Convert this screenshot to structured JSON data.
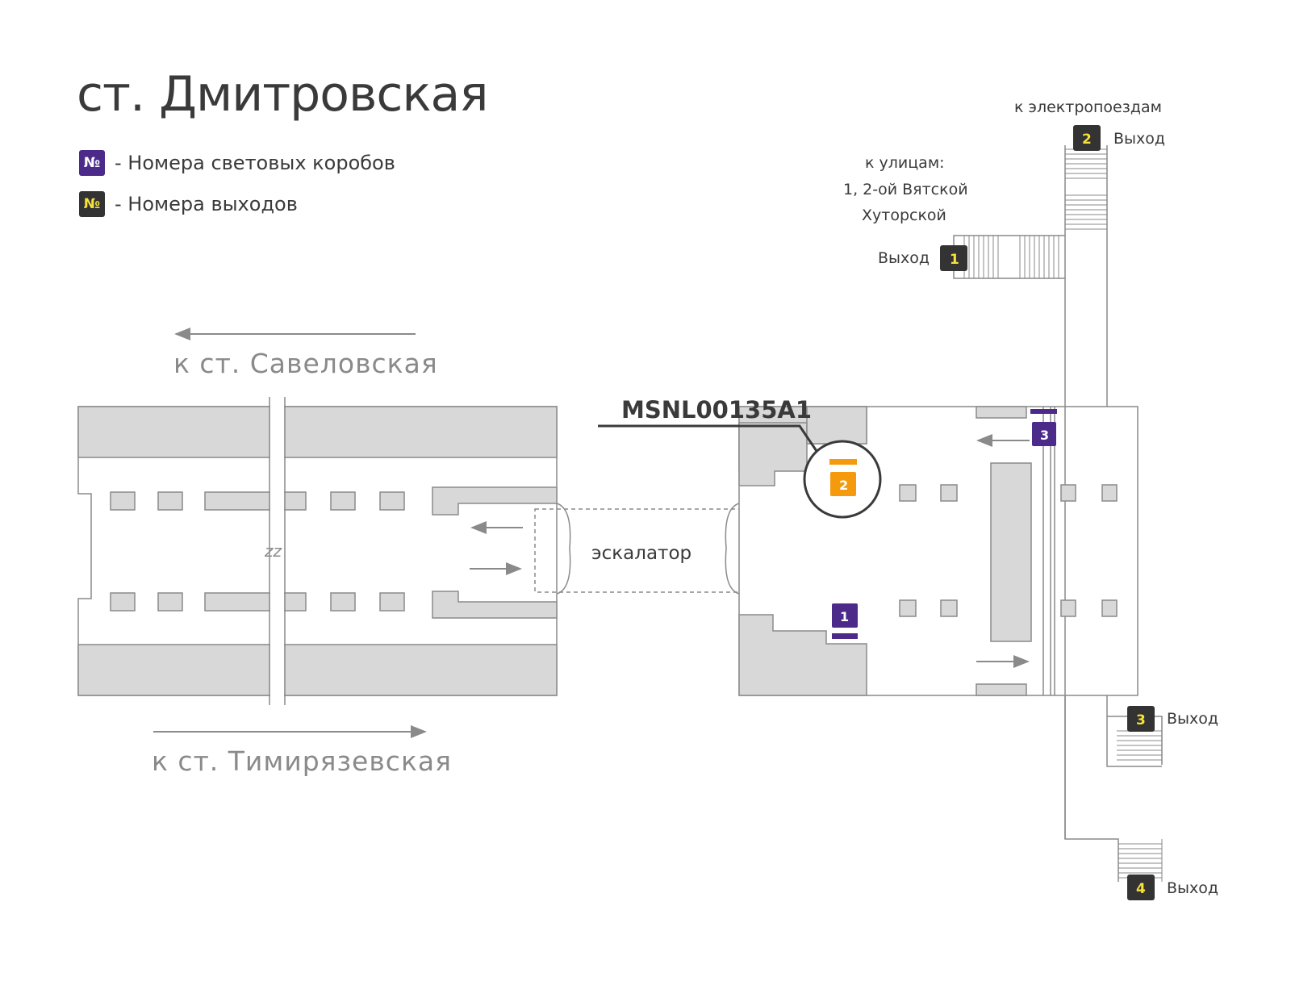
{
  "title": "ст. Дмитровская",
  "legend": {
    "symbol": "№",
    "lightbox_label": "- Номера световых коробов",
    "exit_label": "- Номера выходов"
  },
  "directions": {
    "to_savelovskaya": "к ст. Савеловская",
    "to_timiryazevskaya": "к ст. Тимирязевская",
    "to_trains": "к электропоездам",
    "to_streets_line1": "к улицам:",
    "to_streets_line2": "1, 2-ой Вятской",
    "to_streets_line3": "Хуторской"
  },
  "escalator_label": "эскалатор",
  "zz_label": "zz",
  "highlight_code": "MSNL00135A1",
  "exit_word": "Выход",
  "exits": [
    "1",
    "2",
    "3",
    "4"
  ],
  "lightboxes": [
    "1",
    "2",
    "3"
  ],
  "colors": {
    "purple": "#4b2a8a",
    "orange": "#f59a0c",
    "exit_bg": "#333333",
    "exit_num": "#f5e23a",
    "gray_fill": "#d8d8d8",
    "line": "#8a8a8a"
  }
}
